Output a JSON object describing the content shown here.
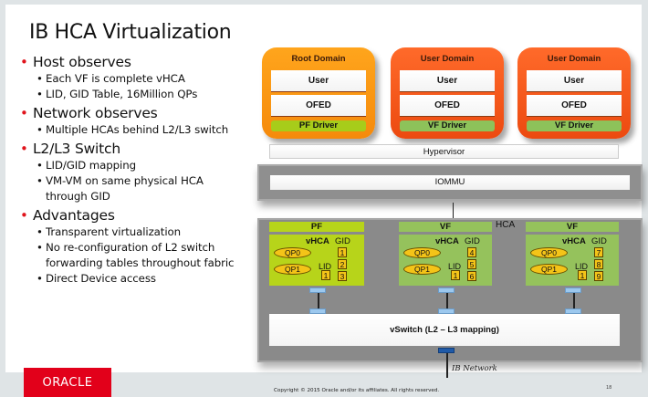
{
  "slide": {
    "title": "IB HCA Virtualization",
    "bullets": [
      {
        "text": "Host observes",
        "sub": [
          "Each VF is complete vHCA",
          "LID, GID Table, 16Million QPs"
        ]
      },
      {
        "text": "Network observes",
        "sub": [
          "Multiple HCAs behind L2/L3 switch"
        ]
      },
      {
        "text": "L2/L3 Switch",
        "sub": [
          "LID/GID mapping",
          "VM-VM on same physical HCA through GID"
        ]
      },
      {
        "text": "Advantages",
        "sub": [
          "Transparent virtualization",
          "No re-configuration of L2 switch forwarding tables throughout fabric",
          "Direct Device access"
        ]
      }
    ],
    "sub_bullet_glyph": "•"
  },
  "diagram": {
    "domains": [
      {
        "title": "Root Domain",
        "user": "User",
        "ofed": "OFED",
        "driver": "PF Driver"
      },
      {
        "title": "User Domain",
        "user": "User",
        "ofed": "OFED",
        "driver": "VF Driver"
      },
      {
        "title": "User Domain",
        "user": "User",
        "ofed": "OFED",
        "driver": "VF Driver"
      }
    ],
    "hypervisor": "Hypervisor",
    "iommu": "IOMMU",
    "hca_label": "HCA",
    "functions": [
      {
        "head": "PF",
        "vhca": "vHCA",
        "gid_label": "GID",
        "lid_label": "LID",
        "qp0": "QP0",
        "qp1": "QP1",
        "lid": "1",
        "gids": [
          "1",
          "2",
          "3"
        ]
      },
      {
        "head": "VF",
        "vhca": "vHCA",
        "gid_label": "GID",
        "lid_label": "LID",
        "qp0": "QP0",
        "qp1": "QP1",
        "lid": "1",
        "gids": [
          "4",
          "5",
          "6"
        ]
      },
      {
        "head": "VF",
        "vhca": "vHCA",
        "gid_label": "GID",
        "lid_label": "LID",
        "qp0": "QP0",
        "qp1": "QP1",
        "lid": "1",
        "gids": [
          "7",
          "8",
          "9"
        ]
      }
    ],
    "vswitch": "vSwitch (L2 – L3 mapping)",
    "ib_network": "IB Network"
  },
  "footer": {
    "logo": "ORACLE",
    "copyright": "Copyright © 2015 Oracle and/or its affiliates. All rights reserved.",
    "page_number": "18"
  }
}
